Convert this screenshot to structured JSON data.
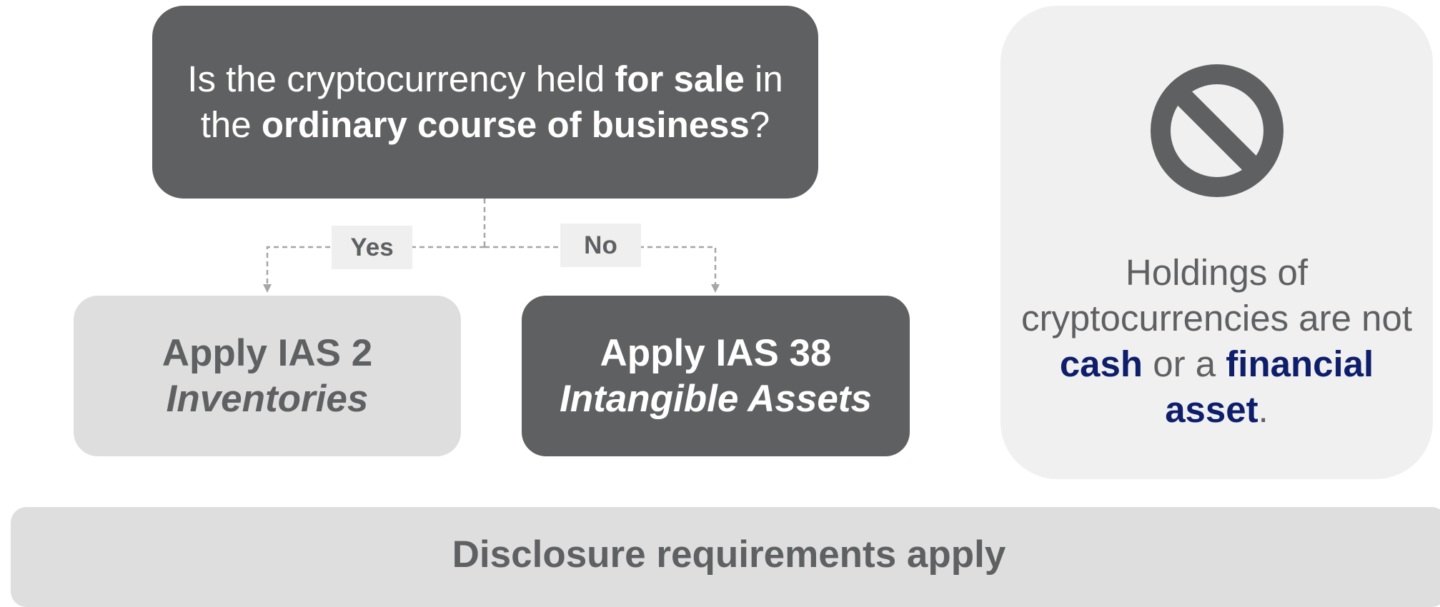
{
  "question": {
    "segments": [
      {
        "text": "Is the cryptocurrency held ",
        "bold": false
      },
      {
        "text": "for sale",
        "bold": true
      },
      {
        "text": " in the ",
        "bold": false
      },
      {
        "text": "ordinary course of business",
        "bold": true
      },
      {
        "text": "?",
        "bold": false
      }
    ]
  },
  "branches": {
    "yes_label": "Yes",
    "no_label": "No"
  },
  "outcomes": {
    "ias2": {
      "title": "Apply IAS 2",
      "subtitle": "Inventories"
    },
    "ias38": {
      "title": "Apply IAS 38",
      "subtitle": "Intangible Assets"
    }
  },
  "side_panel": {
    "icon": "prohibited-icon",
    "segments": [
      {
        "text": "Holdings of cryptocurrencies are not ",
        "accent": false
      },
      {
        "text": "cash",
        "accent": true
      },
      {
        "text": " or a ",
        "accent": false
      },
      {
        "text": "financial asset",
        "accent": true
      },
      {
        "text": ".",
        "accent": false
      }
    ]
  },
  "footer": {
    "text": "Disclosure requirements apply"
  },
  "colors": {
    "dark_box": "#5f6062",
    "light_box": "#dedede",
    "panel": "#f0f0f0",
    "accent": "#0e1e6b",
    "connector": "#a6a6a6"
  }
}
